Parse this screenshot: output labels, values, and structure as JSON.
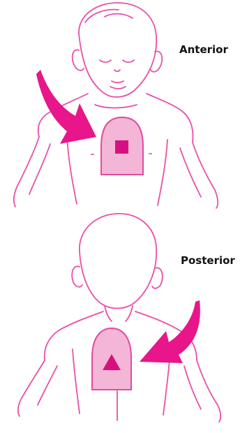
{
  "labels": {
    "anterior": "Anterior",
    "posterior": "Posterior"
  },
  "colors": {
    "outline": "#ea4fa8",
    "pad_fill": "#f3b6d7",
    "pad_stroke": "#e24a9d",
    "arrow": "#e8168a",
    "marker": "#d8107f"
  },
  "icons": {
    "anterior_marker": "square",
    "posterior_marker": "triangle"
  }
}
